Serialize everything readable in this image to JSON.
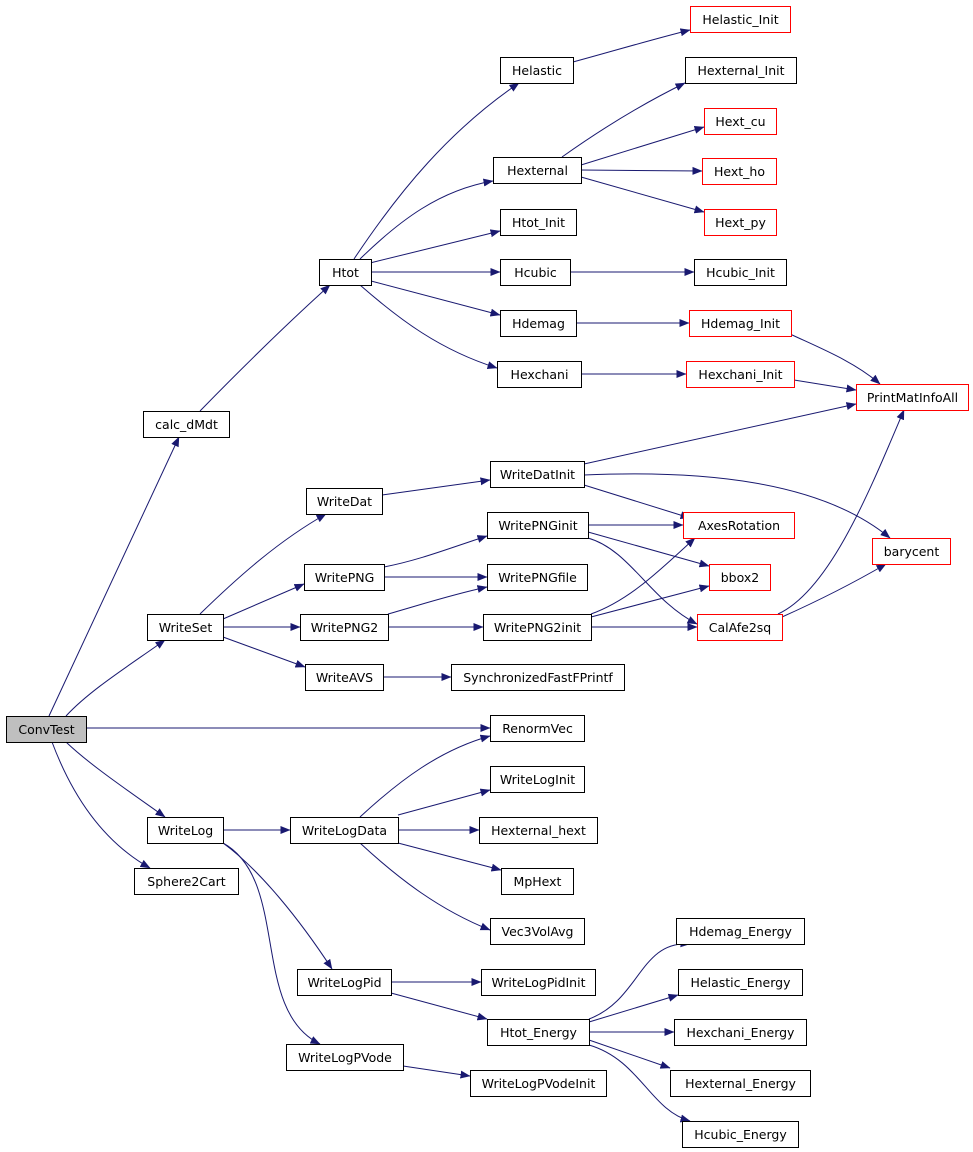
{
  "graph": {
    "title": "",
    "edge_color": "#191970",
    "node_border_color": "#000000",
    "incomplete_node_border_color": "#ff0000",
    "root_fill_color": "#bfbfbf",
    "nodes": [
      {
        "id": "ConvTest",
        "label": "ConvTest"
      },
      {
        "id": "calc_dMdt",
        "label": "calc_dMdt"
      },
      {
        "id": "WriteSet",
        "label": "WriteSet"
      },
      {
        "id": "WriteLog",
        "label": "WriteLog"
      },
      {
        "id": "Sphere2Cart",
        "label": "Sphere2Cart"
      },
      {
        "id": "Htot",
        "label": "Htot"
      },
      {
        "id": "Helastic",
        "label": "Helastic"
      },
      {
        "id": "Hexternal",
        "label": "Hexternal"
      },
      {
        "id": "Htot_Init",
        "label": "Htot_Init"
      },
      {
        "id": "Hcubic",
        "label": "Hcubic"
      },
      {
        "id": "Hdemag",
        "label": "Hdemag"
      },
      {
        "id": "Hexchani",
        "label": "Hexchani"
      },
      {
        "id": "Helastic_Init",
        "label": "Helastic_Init"
      },
      {
        "id": "Hexternal_Init",
        "label": "Hexternal_Init"
      },
      {
        "id": "Hext_cu",
        "label": "Hext_cu"
      },
      {
        "id": "Hext_ho",
        "label": "Hext_ho"
      },
      {
        "id": "Hext_py",
        "label": "Hext_py"
      },
      {
        "id": "Hcubic_Init",
        "label": "Hcubic_Init"
      },
      {
        "id": "Hdemag_Init",
        "label": "Hdemag_Init"
      },
      {
        "id": "Hexchani_Init",
        "label": "Hexchani_Init"
      },
      {
        "id": "PrintMatInfoAll",
        "label": "PrintMatInfoAll"
      },
      {
        "id": "WriteDat",
        "label": "WriteDat"
      },
      {
        "id": "WriteDatInit",
        "label": "WriteDatInit"
      },
      {
        "id": "WritePNG",
        "label": "WritePNG"
      },
      {
        "id": "WritePNGinit",
        "label": "WritePNGinit"
      },
      {
        "id": "WritePNGfile",
        "label": "WritePNGfile"
      },
      {
        "id": "WritePNG2",
        "label": "WritePNG2"
      },
      {
        "id": "WritePNG2init",
        "label": "WritePNG2init"
      },
      {
        "id": "WriteAVS",
        "label": "WriteAVS"
      },
      {
        "id": "SynchronizedFastFPrintf",
        "label": "SynchronizedFastFPrintf"
      },
      {
        "id": "AxesRotation",
        "label": "AxesRotation"
      },
      {
        "id": "bbox2",
        "label": "bbox2"
      },
      {
        "id": "CalAfe2sq",
        "label": "CalAfe2sq"
      },
      {
        "id": "barycent",
        "label": "barycent"
      },
      {
        "id": "RenormVec",
        "label": "RenormVec"
      },
      {
        "id": "WriteLogData",
        "label": "WriteLogData"
      },
      {
        "id": "WriteLogInit",
        "label": "WriteLogInit"
      },
      {
        "id": "Hexternal_hext",
        "label": "Hexternal_hext"
      },
      {
        "id": "MpHext",
        "label": "MpHext"
      },
      {
        "id": "Vec3VolAvg",
        "label": "Vec3VolAvg"
      },
      {
        "id": "WriteLogPid",
        "label": "WriteLogPid"
      },
      {
        "id": "WriteLogPidInit",
        "label": "WriteLogPidInit"
      },
      {
        "id": "Htot_Energy",
        "label": "Htot_Energy"
      },
      {
        "id": "WriteLogPVode",
        "label": "WriteLogPVode"
      },
      {
        "id": "WriteLogPVodeInit",
        "label": "WriteLogPVodeInit"
      },
      {
        "id": "Hdemag_Energy",
        "label": "Hdemag_Energy"
      },
      {
        "id": "Helastic_Energy",
        "label": "Helastic_Energy"
      },
      {
        "id": "Hexchani_Energy",
        "label": "Hexchani_Energy"
      },
      {
        "id": "Hexternal_Energy",
        "label": "Hexternal_Energy"
      },
      {
        "id": "Hcubic_Energy",
        "label": "Hcubic_Energy"
      }
    ],
    "edges": [
      [
        "ConvTest",
        "calc_dMdt"
      ],
      [
        "ConvTest",
        "WriteSet"
      ],
      [
        "ConvTest",
        "RenormVec"
      ],
      [
        "ConvTest",
        "WriteLog"
      ],
      [
        "ConvTest",
        "Sphere2Cart"
      ],
      [
        "calc_dMdt",
        "Htot"
      ],
      [
        "Htot",
        "Helastic"
      ],
      [
        "Htot",
        "Hexternal"
      ],
      [
        "Htot",
        "Htot_Init"
      ],
      [
        "Htot",
        "Hcubic"
      ],
      [
        "Htot",
        "Hdemag"
      ],
      [
        "Htot",
        "Hexchani"
      ],
      [
        "Helastic",
        "Helastic_Init"
      ],
      [
        "Hexternal",
        "Hexternal_Init"
      ],
      [
        "Hexternal",
        "Hext_cu"
      ],
      [
        "Hexternal",
        "Hext_ho"
      ],
      [
        "Hexternal",
        "Hext_py"
      ],
      [
        "Hcubic",
        "Hcubic_Init"
      ],
      [
        "Hdemag",
        "Hdemag_Init"
      ],
      [
        "Hexchani",
        "Hexchani_Init"
      ],
      [
        "Hdemag_Init",
        "PrintMatInfoAll"
      ],
      [
        "Hexchani_Init",
        "PrintMatInfoAll"
      ],
      [
        "WriteSet",
        "WriteDat"
      ],
      [
        "WriteSet",
        "WritePNG"
      ],
      [
        "WriteSet",
        "WritePNG2"
      ],
      [
        "WriteSet",
        "WriteAVS"
      ],
      [
        "WriteDat",
        "WriteDatInit"
      ],
      [
        "WriteDatInit",
        "PrintMatInfoAll"
      ],
      [
        "WriteDatInit",
        "AxesRotation"
      ],
      [
        "WriteDatInit",
        "barycent"
      ],
      [
        "WritePNG",
        "WritePNGinit"
      ],
      [
        "WritePNG",
        "WritePNGfile"
      ],
      [
        "WritePNGinit",
        "AxesRotation"
      ],
      [
        "WritePNGinit",
        "bbox2"
      ],
      [
        "WritePNGinit",
        "CalAfe2sq"
      ],
      [
        "WritePNG2",
        "WritePNGfile"
      ],
      [
        "WritePNG2",
        "WritePNG2init"
      ],
      [
        "WritePNG2init",
        "AxesRotation"
      ],
      [
        "WritePNG2init",
        "bbox2"
      ],
      [
        "WritePNG2init",
        "CalAfe2sq"
      ],
      [
        "CalAfe2sq",
        "PrintMatInfoAll"
      ],
      [
        "CalAfe2sq",
        "barycent"
      ],
      [
        "WriteAVS",
        "SynchronizedFastFPrintf"
      ],
      [
        "WriteLog",
        "WriteLogData"
      ],
      [
        "WriteLog",
        "WriteLogPid"
      ],
      [
        "WriteLog",
        "WriteLogPVode"
      ],
      [
        "WriteLogData",
        "RenormVec"
      ],
      [
        "WriteLogData",
        "WriteLogInit"
      ],
      [
        "WriteLogData",
        "Hexternal_hext"
      ],
      [
        "WriteLogData",
        "MpHext"
      ],
      [
        "WriteLogData",
        "Vec3VolAvg"
      ],
      [
        "WriteLogPid",
        "WriteLogPidInit"
      ],
      [
        "WriteLogPid",
        "Htot_Energy"
      ],
      [
        "Htot_Energy",
        "Hdemag_Energy"
      ],
      [
        "Htot_Energy",
        "Helastic_Energy"
      ],
      [
        "Htot_Energy",
        "Hexchani_Energy"
      ],
      [
        "Htot_Energy",
        "Hexternal_Energy"
      ],
      [
        "Htot_Energy",
        "Hcubic_Energy"
      ],
      [
        "WriteLogPVode",
        "WriteLogPVodeInit"
      ]
    ]
  }
}
